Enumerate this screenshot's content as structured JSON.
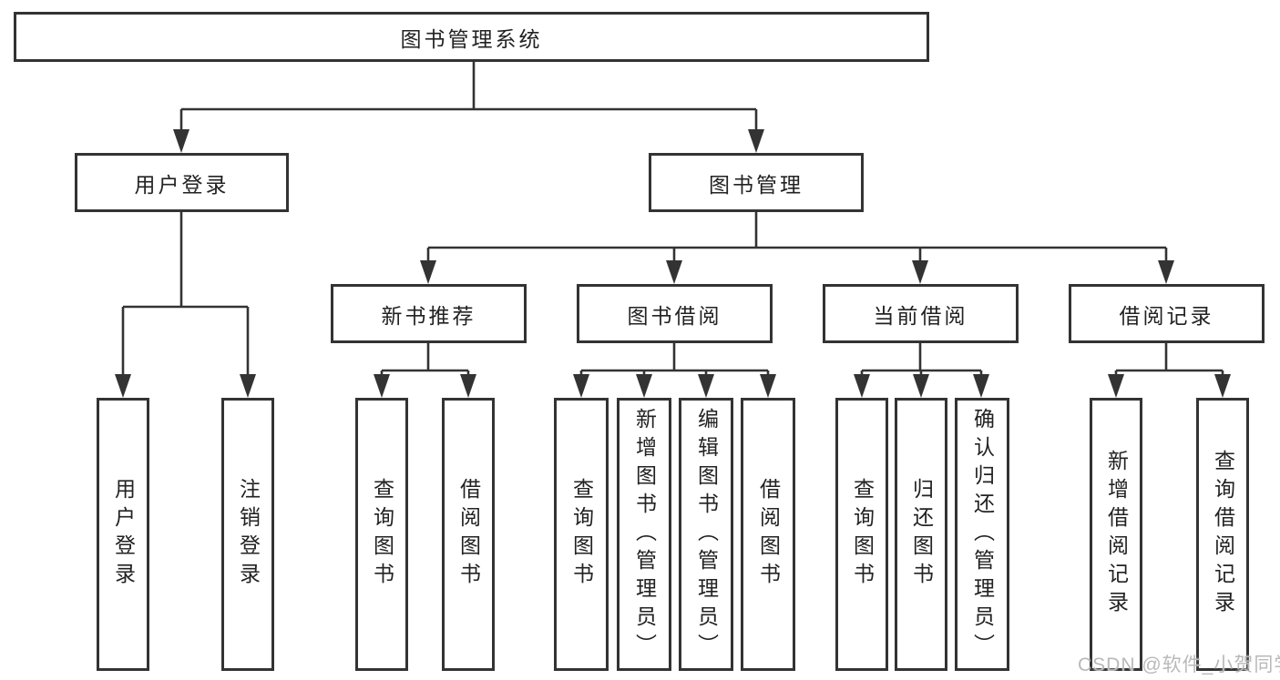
{
  "diagram": {
    "root": {
      "label": "图书管理系统"
    },
    "level2": [
      {
        "label": "用户登录",
        "children": [
          {
            "label": "用户登录"
          },
          {
            "label": "注销登录"
          }
        ]
      },
      {
        "label": "图书管理",
        "children": [
          {
            "label": "新书推荐",
            "children": [
              {
                "label": "查询图书"
              },
              {
                "label": "借阅图书"
              }
            ]
          },
          {
            "label": "图书借阅",
            "children": [
              {
                "label": "查询图书"
              },
              {
                "label": "新增图书（管理员）"
              },
              {
                "label": "编辑图书（管理员）"
              },
              {
                "label": "借阅图书"
              }
            ]
          },
          {
            "label": "当前借阅",
            "children": [
              {
                "label": "查询图书"
              },
              {
                "label": "归还图书"
              },
              {
                "label": "确认归还（管理员）"
              }
            ]
          },
          {
            "label": "借阅记录",
            "children": [
              {
                "label": "新增借阅记录"
              },
              {
                "label": "查询借阅记录"
              }
            ]
          }
        ]
      }
    ]
  },
  "colors": {
    "line": "#333333",
    "border": "#333333",
    "text": "#222222",
    "watermark": "#b9b9b9"
  },
  "watermark": {
    "text": "CSDN @软件_小贺同学"
  }
}
